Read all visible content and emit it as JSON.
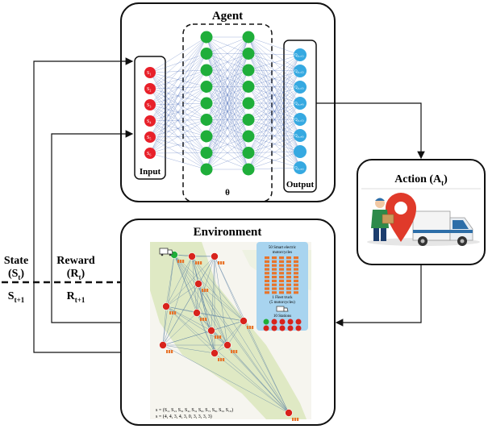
{
  "agent": {
    "title": "Agent",
    "input_label": "Input",
    "output_label": "Output",
    "theta_label": "θ",
    "inputs": [
      {
        "base": "S",
        "sub": "1"
      },
      {
        "base": "S",
        "sub": "2"
      },
      {
        "base": "S",
        "sub": "3"
      },
      {
        "base": "S",
        "sub": "4"
      },
      {
        "base": "S",
        "sub": "5"
      },
      {
        "base": "S",
        "sub": "6"
      }
    ],
    "outputs": [
      {
        "base": "Q",
        "sub": "(s,a1)"
      },
      {
        "base": "Q",
        "sub": "(s,a2)"
      },
      {
        "base": "Q",
        "sub": "(s,a3)"
      },
      {
        "base": "Q",
        "sub": "(s,a4)"
      },
      {
        "base": "Q",
        "sub": "(s,a5)"
      },
      {
        "base": "Q",
        "sub": "(s,a6)"
      },
      {
        "base": "",
        "sub": ""
      },
      {
        "base": "Q",
        "sub": "(s,an)"
      }
    ],
    "hidden_nodes_per_layer": 9
  },
  "action": {
    "label": "Action (A",
    "sub": "t",
    "close": ")"
  },
  "environment": {
    "title": "Environment",
    "legend": {
      "line1": "50 Smart electric",
      "line2": "motorcycles",
      "line3": "1 Fleet truck",
      "line4": "(5 motorcycles)",
      "line5": "10 Stations"
    },
    "state_line1": "s = (S₁, S₂, S₃, S₄, S₅, S₆, S₇, S₈, S₉, S₁₀)",
    "state_line2": "s = (4, 4, 3, 4, 3, 0, 3, 3, 3, 3)"
  },
  "left_labels": {
    "state": "State",
    "state_t": "(S",
    "state_t_sub": "t",
    "state_t_close": ")",
    "state_next": "S",
    "state_next_sub": "t+1",
    "reward": "Reward",
    "reward_t": "(R",
    "reward_t_sub": "t",
    "reward_t_close": ")",
    "reward_next": "R",
    "reward_next_sub": "t+1"
  },
  "colors": {
    "input_node": "#e8202a",
    "hidden_node": "#1fae3a",
    "output_node": "#36a9e1",
    "edge": "#3f63b5",
    "map_land": "#dfe9c4",
    "map_route": "#5a7fa3",
    "legend_bg": "#a8d4ef"
  }
}
